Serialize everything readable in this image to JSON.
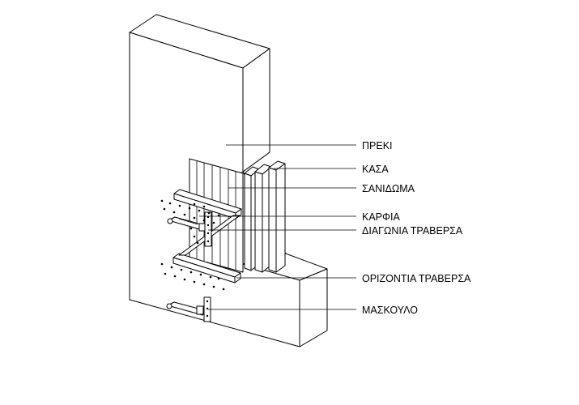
{
  "labels": {
    "preki": "ΠΡΕΚΙ",
    "kasa": "ΚΑΣΑ",
    "sanidoma": "ΣΑΝΙΔΩΜΑ",
    "karfia": "ΚΑΡΦΙΑ",
    "diagonia_traversa": "ΔΙΑΓΩΝΙΑ ΤΡΑΒΕΡΣΑ",
    "orizontia_traversa": "ΟΡΙΖΟΝΤΙΑ ΤΡΑΒΕΡΣΑ",
    "maskoulo": "ΜΑΣΚΟΥΛΟ"
  }
}
